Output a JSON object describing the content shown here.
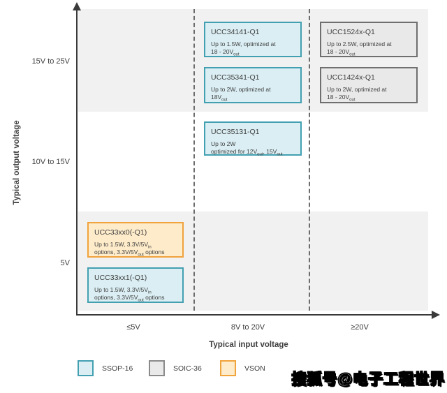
{
  "watermark": "搜狐号@电子工程世界",
  "colors": {
    "band": "#f1f1f1",
    "ssop16_fill": "#daeef3",
    "ssop16_border": "#43a0b1",
    "soic36_fill": "#e9e9e9",
    "soic36_border": "#6f6f6f",
    "vson_fill": "#fdebca",
    "vson_border": "#f1a33c",
    "axis": "#3a3a3a"
  },
  "chart_data": {
    "type": "matrix",
    "x_axis": {
      "label": "Typical input voltage",
      "categories": [
        "≤5V",
        "8V to 20V",
        "≥20V"
      ]
    },
    "y_axis": {
      "label": "Typical output voltage",
      "categories": [
        "15V to 25V",
        "10V to 15V",
        "5V"
      ]
    },
    "legend_position": "bottom",
    "legend": [
      {
        "label": "SSOP-16",
        "fill": "#daeef3",
        "border": "#43a0b1"
      },
      {
        "label": "SOIC-36",
        "fill": "#e9e9e9",
        "border": "#8a8a8a"
      },
      {
        "label": "VSON",
        "fill": "#fdebca",
        "border": "#f1a33c"
      }
    ],
    "products": [
      {
        "name": "UCC34141-Q1",
        "desc": "Up to 1.5W, optimized at\n18 - 20V~out~",
        "package": "SSOP-16",
        "input": "8V to 20V",
        "output": "15V to 25V"
      },
      {
        "name": "UCC35341-Q1",
        "desc": "Up to 2W, optimized at\n18V~out~",
        "package": "SSOP-16",
        "input": "8V to 20V",
        "output": "15V to 25V"
      },
      {
        "name": "UCC1524x-Q1",
        "desc": "Up to 2.5W, optimized at\n18 - 20V~out~",
        "package": "SOIC-36",
        "input": "≥20V",
        "output": "15V to 25V"
      },
      {
        "name": "UCC1424x-Q1",
        "desc": "Up to 2W, optimized at\n18 - 20V~out~",
        "package": "SOIC-36",
        "input": "≥20V",
        "output": "15V to 25V"
      },
      {
        "name": "UCC35131-Q1",
        "desc": "Up to 2W\noptimized for 12V~out~, 15V~out~",
        "package": "SSOP-16",
        "input": "8V to 20V",
        "output": "10V to 15V"
      },
      {
        "name": "UCC33xx0(-Q1)",
        "desc": "Up to 1.5W, 3.3V/5V~in~\noptions, 3.3V/5V~out~ options",
        "package": "VSON",
        "input": "≤5V",
        "output": "5V"
      },
      {
        "name": "UCC33xx1(-Q1)",
        "desc": "Up to 1.5W, 3.3V/5V~in~\noptions, 3.3V/5V~out~ options",
        "package": "SSOP-16",
        "input": "≤5V",
        "output": "5V"
      }
    ]
  }
}
